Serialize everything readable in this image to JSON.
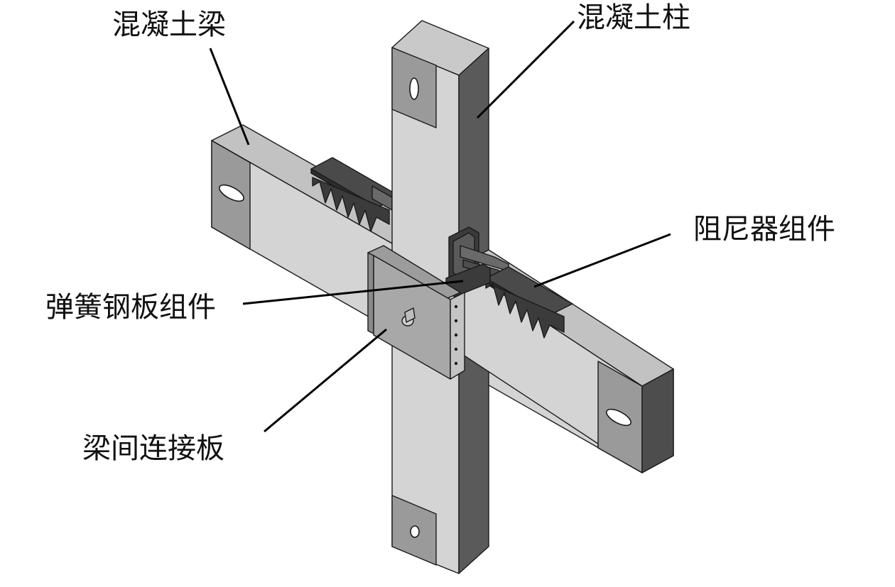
{
  "labels": {
    "concrete_beam": "混凝土梁",
    "concrete_column": "混凝土柱",
    "damper_assembly": "阻尼器组件",
    "spring_plate_assembly": "弹簧钢板组件",
    "beam_connection_plate": "梁间连接板"
  },
  "colors": {
    "light_face": "#d4d4d4",
    "mid_face": "#b5b5b5",
    "top_face": "#c2c2c2",
    "dark_face": "#6a6a6a",
    "very_dark_face": "#4d4d4d",
    "steel_dark": "#3b3b3b",
    "steel_mid": "#5a5a5a",
    "plate_face": "#a8a8a8",
    "plate_side": "#8a8a8a",
    "end_zone": "#9a9a9a",
    "line": "#000000"
  }
}
